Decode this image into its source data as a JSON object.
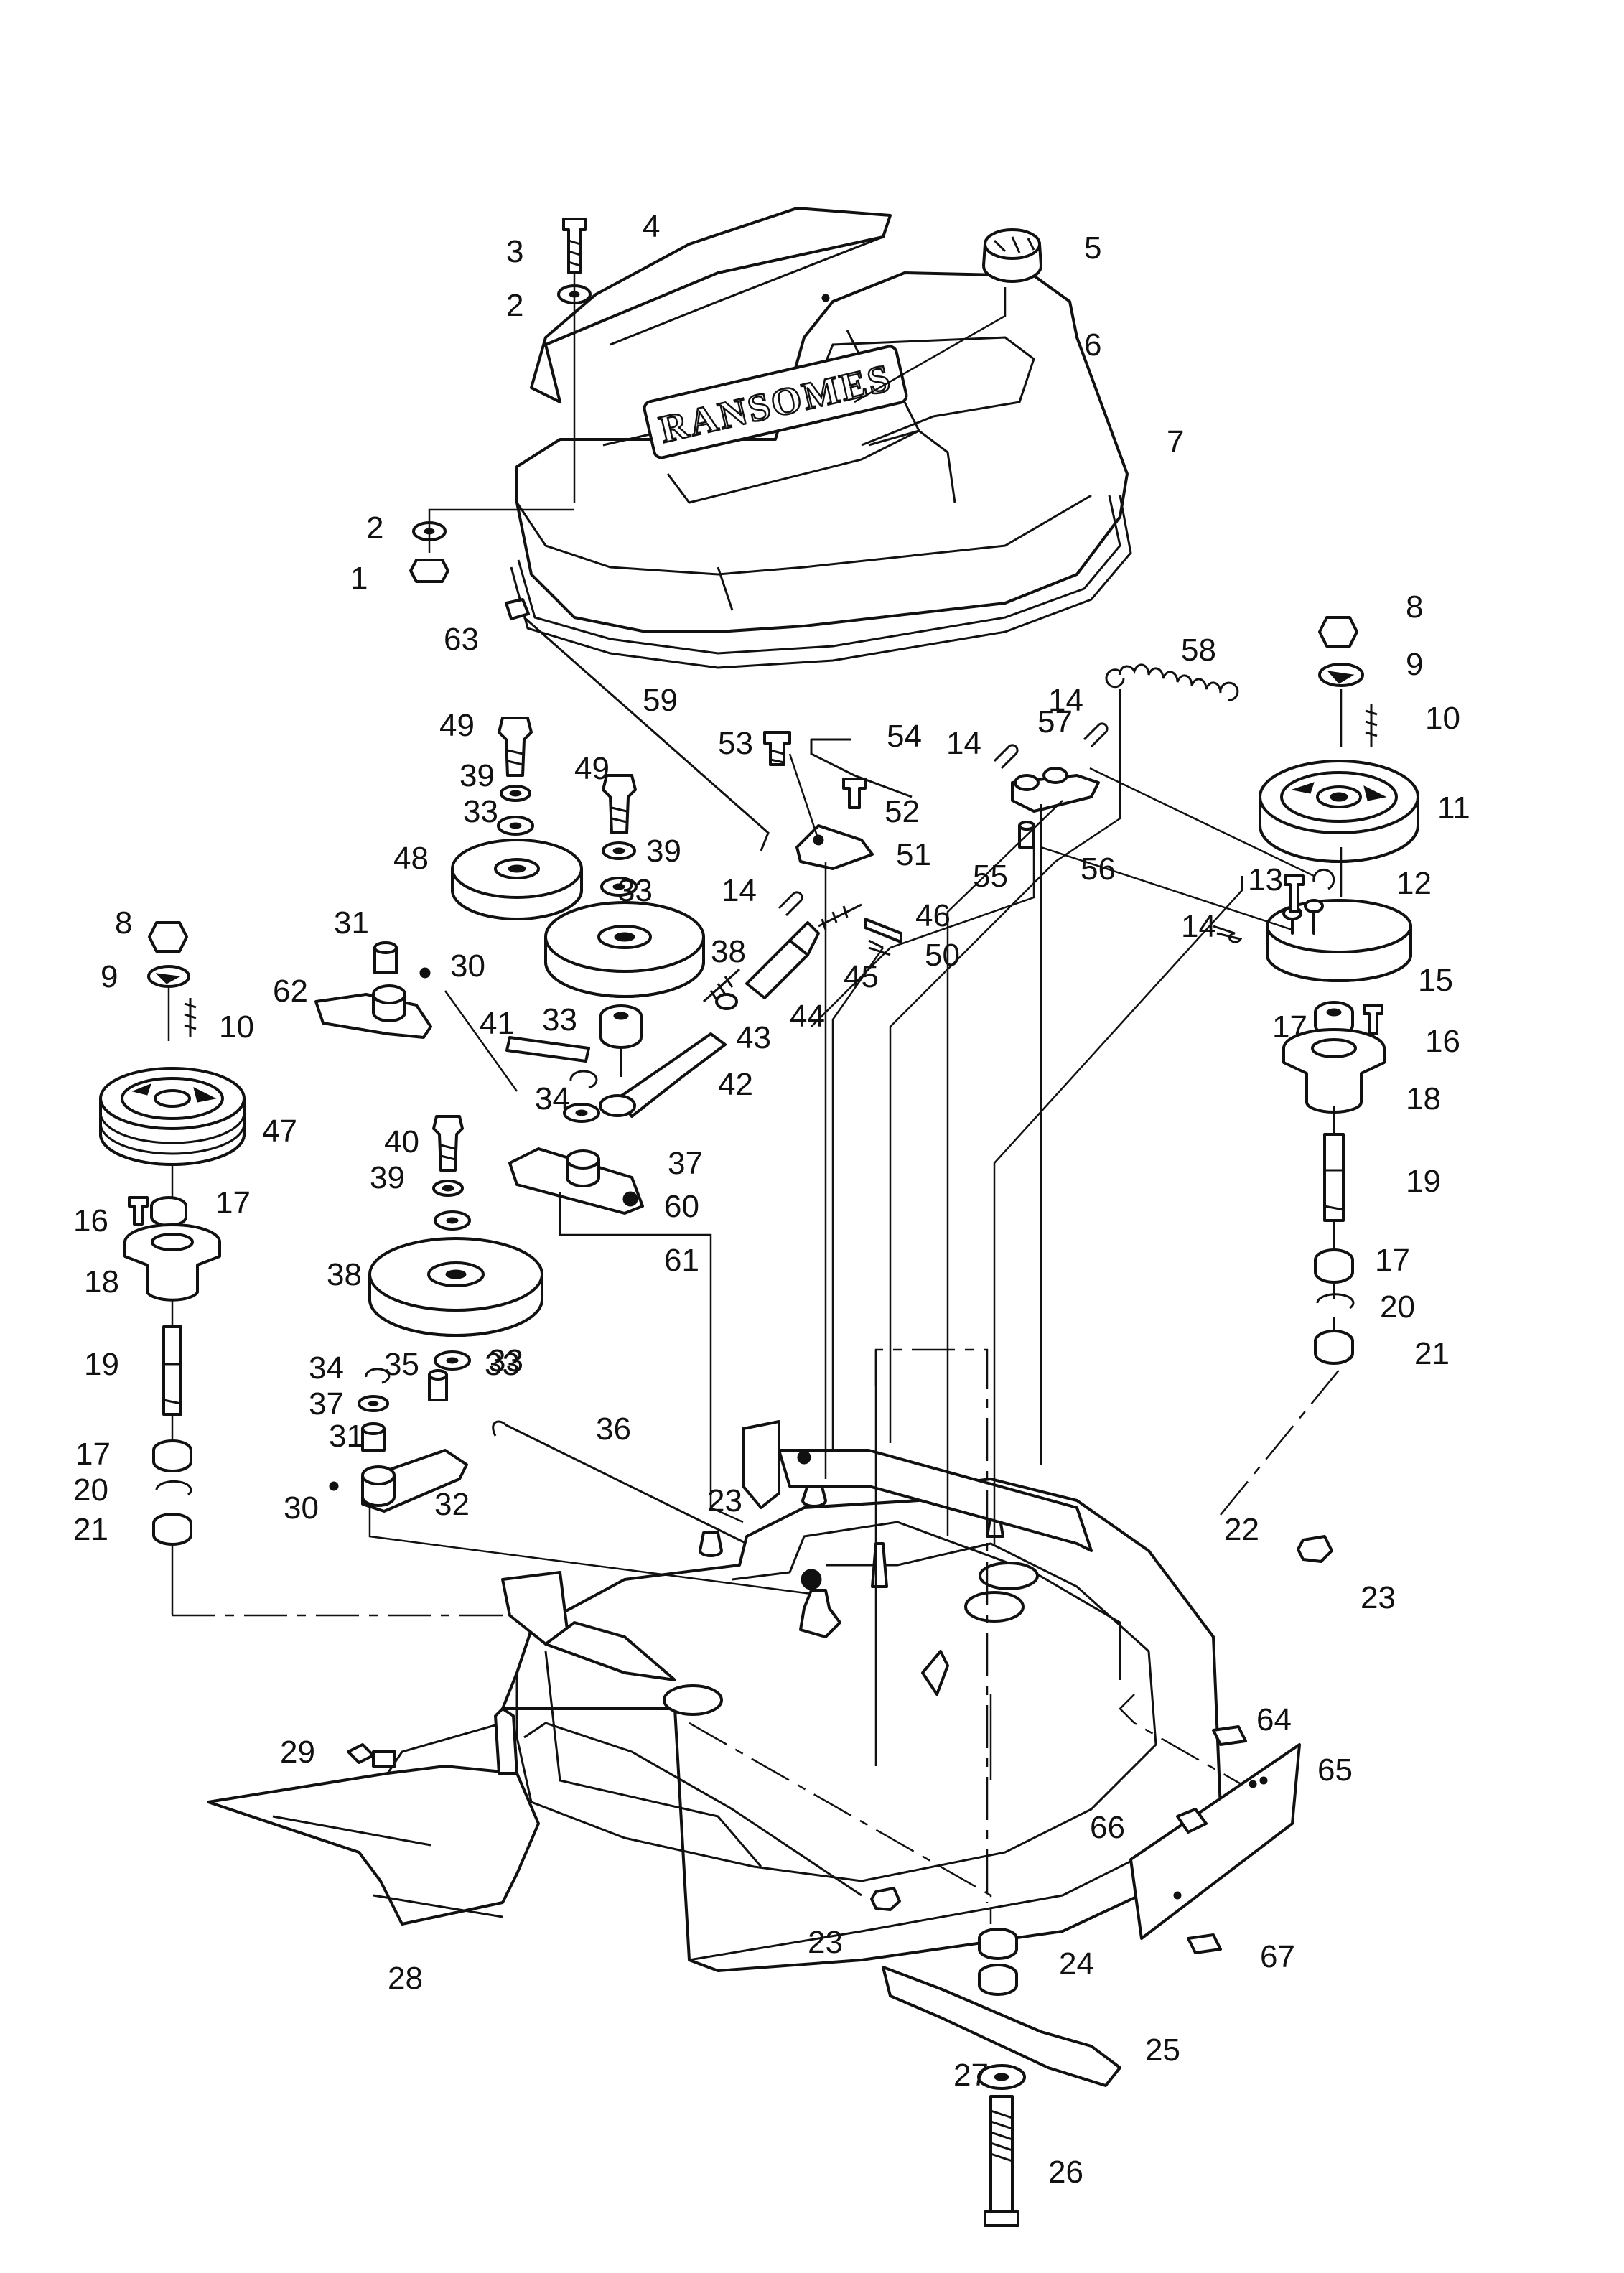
{
  "figure": {
    "brand_text": "RANSOMES",
    "callouts": [
      {
        "id": "c1",
        "label": "1"
      },
      {
        "id": "c2a",
        "label": "2"
      },
      {
        "id": "c2b",
        "label": "2"
      },
      {
        "id": "c3",
        "label": "3"
      },
      {
        "id": "c4",
        "label": "4"
      },
      {
        "id": "c5",
        "label": "5"
      },
      {
        "id": "c6",
        "label": "6"
      },
      {
        "id": "c7",
        "label": "7"
      },
      {
        "id": "c8a",
        "label": "8"
      },
      {
        "id": "c8b",
        "label": "8"
      },
      {
        "id": "c9a",
        "label": "9"
      },
      {
        "id": "c9b",
        "label": "9"
      },
      {
        "id": "c10a",
        "label": "10"
      },
      {
        "id": "c10b",
        "label": "10"
      },
      {
        "id": "c11",
        "label": "11"
      },
      {
        "id": "c12",
        "label": "12"
      },
      {
        "id": "c13",
        "label": "13"
      },
      {
        "id": "c14a",
        "label": "14"
      },
      {
        "id": "c14b",
        "label": "14"
      },
      {
        "id": "c14c",
        "label": "14"
      },
      {
        "id": "c14d",
        "label": "14"
      },
      {
        "id": "c15",
        "label": "15"
      },
      {
        "id": "c16a",
        "label": "16"
      },
      {
        "id": "c16b",
        "label": "16"
      },
      {
        "id": "c17a",
        "label": "17"
      },
      {
        "id": "c17b",
        "label": "17"
      },
      {
        "id": "c17c",
        "label": "17"
      },
      {
        "id": "c17d",
        "label": "17"
      },
      {
        "id": "c18a",
        "label": "18"
      },
      {
        "id": "c18b",
        "label": "18"
      },
      {
        "id": "c19a",
        "label": "19"
      },
      {
        "id": "c19b",
        "label": "19"
      },
      {
        "id": "c20a",
        "label": "20"
      },
      {
        "id": "c20b",
        "label": "20"
      },
      {
        "id": "c21a",
        "label": "21"
      },
      {
        "id": "c21b",
        "label": "21"
      },
      {
        "id": "c22",
        "label": "22"
      },
      {
        "id": "c23a",
        "label": "23"
      },
      {
        "id": "c23b",
        "label": "23"
      },
      {
        "id": "c23c",
        "label": "23"
      },
      {
        "id": "c24",
        "label": "24"
      },
      {
        "id": "c25",
        "label": "25"
      },
      {
        "id": "c26",
        "label": "26"
      },
      {
        "id": "c27",
        "label": "27"
      },
      {
        "id": "c28",
        "label": "28"
      },
      {
        "id": "c29",
        "label": "29"
      },
      {
        "id": "c30a",
        "label": "30"
      },
      {
        "id": "c30b",
        "label": "30"
      },
      {
        "id": "c31a",
        "label": "31"
      },
      {
        "id": "c31b",
        "label": "31"
      },
      {
        "id": "c32",
        "label": "32"
      },
      {
        "id": "c33a",
        "label": "33"
      },
      {
        "id": "c33b",
        "label": "33"
      },
      {
        "id": "c33c",
        "label": "33"
      },
      {
        "id": "c33d",
        "label": "33"
      },
      {
        "id": "c33e",
        "label": "33"
      },
      {
        "id": "c34a",
        "label": "34"
      },
      {
        "id": "c34b",
        "label": "34"
      },
      {
        "id": "c35",
        "label": "35"
      },
      {
        "id": "c36",
        "label": "36"
      },
      {
        "id": "c37a",
        "label": "37"
      },
      {
        "id": "c37b",
        "label": "37"
      },
      {
        "id": "c38a",
        "label": "38"
      },
      {
        "id": "c38b",
        "label": "38"
      },
      {
        "id": "c39a",
        "label": "39"
      },
      {
        "id": "c39b",
        "label": "39"
      },
      {
        "id": "c39c",
        "label": "39"
      },
      {
        "id": "c40",
        "label": "40"
      },
      {
        "id": "c41",
        "label": "41"
      },
      {
        "id": "c42",
        "label": "42"
      },
      {
        "id": "c43",
        "label": "43"
      },
      {
        "id": "c44",
        "label": "44"
      },
      {
        "id": "c45",
        "label": "45"
      },
      {
        "id": "c46",
        "label": "46"
      },
      {
        "id": "c47",
        "label": "47"
      },
      {
        "id": "c48",
        "label": "48"
      },
      {
        "id": "c49a",
        "label": "49"
      },
      {
        "id": "c49b",
        "label": "49"
      },
      {
        "id": "c50",
        "label": "50"
      },
      {
        "id": "c51",
        "label": "51"
      },
      {
        "id": "c52",
        "label": "52"
      },
      {
        "id": "c53",
        "label": "53"
      },
      {
        "id": "c54",
        "label": "54"
      },
      {
        "id": "c55",
        "label": "55"
      },
      {
        "id": "c56",
        "label": "56"
      },
      {
        "id": "c57",
        "label": "57"
      },
      {
        "id": "c58",
        "label": "58"
      },
      {
        "id": "c59",
        "label": "59"
      },
      {
        "id": "c60",
        "label": "60"
      },
      {
        "id": "c61",
        "label": "61"
      },
      {
        "id": "c62",
        "label": "62"
      },
      {
        "id": "c63",
        "label": "63"
      },
      {
        "id": "c64",
        "label": "64"
      },
      {
        "id": "c65",
        "label": "65"
      },
      {
        "id": "c66",
        "label": "66"
      },
      {
        "id": "c67",
        "label": "67"
      }
    ]
  }
}
